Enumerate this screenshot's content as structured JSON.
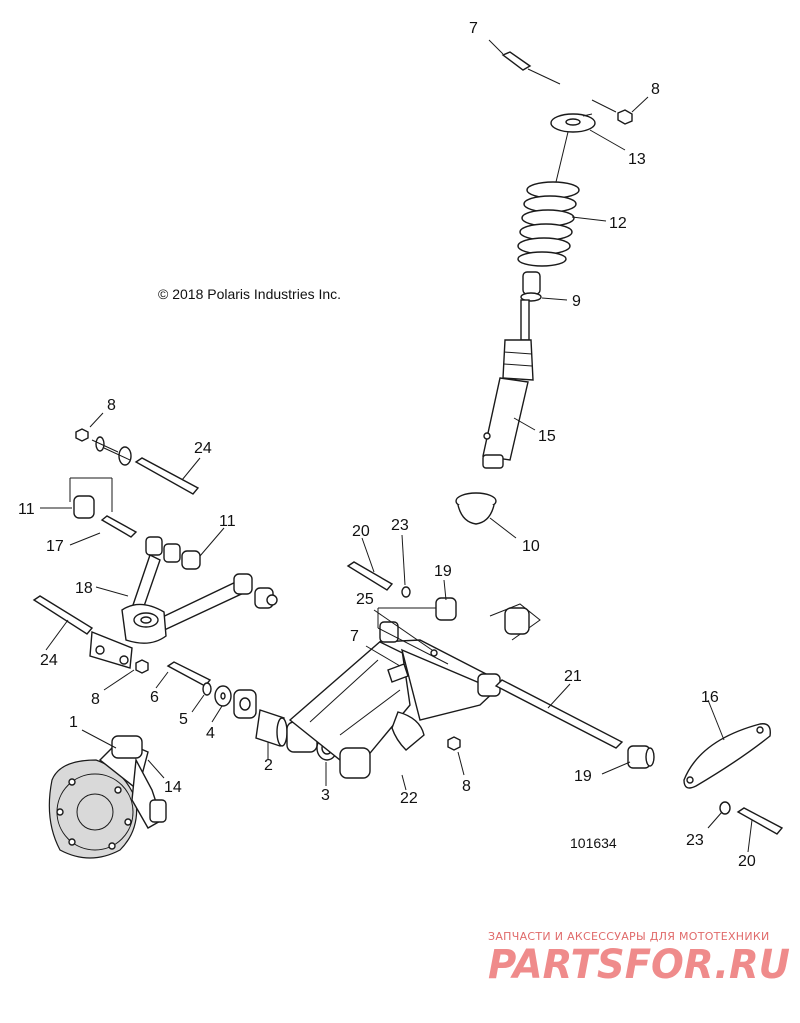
{
  "diagram": {
    "copyright": "© 2018 Polaris Industries Inc.",
    "drawing_number": "101634",
    "callouts": [
      "7",
      "8",
      "13",
      "12",
      "9",
      "15",
      "10",
      "8",
      "24",
      "11",
      "11",
      "17",
      "18",
      "24",
      "8",
      "6",
      "5",
      "4",
      "2",
      "3",
      "22",
      "8",
      "20",
      "23",
      "19",
      "25",
      "7",
      "21",
      "19",
      "16",
      "23",
      "20",
      "1",
      "14"
    ]
  },
  "watermark": {
    "tagline": "ЗАПЧАСТИ И АКСЕССУАРЫ ДЛЯ МОТОТЕХНИКИ",
    "brand": "PARTSFOR.RU",
    "color": "#e87878"
  }
}
